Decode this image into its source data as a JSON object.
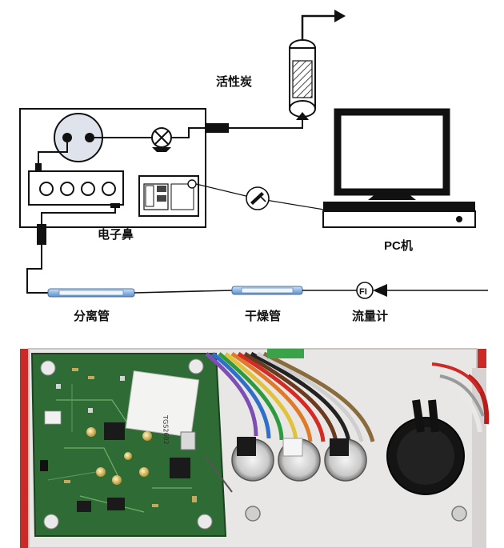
{
  "labels": {
    "activated_carbon": "活性炭",
    "electronic_nose": "电子鼻",
    "pc": "PC机",
    "separation_tube": "分离管",
    "drying_tube": "干燥管",
    "flow_meter": "流量计",
    "flow_meter_symbol": "FI",
    "sensor_chip_marking": "TGS2602"
  },
  "colors": {
    "sensor_chamber_fill": "#dfe3ec",
    "tube_blue": "#8fb9e6",
    "pcb_green": "#2f6b34",
    "photo_background": "#cc2a26"
  },
  "icons": [
    "pump-icon",
    "arrow-icon",
    "connector-icon",
    "monitor-icon",
    "check-valve-icon"
  ]
}
